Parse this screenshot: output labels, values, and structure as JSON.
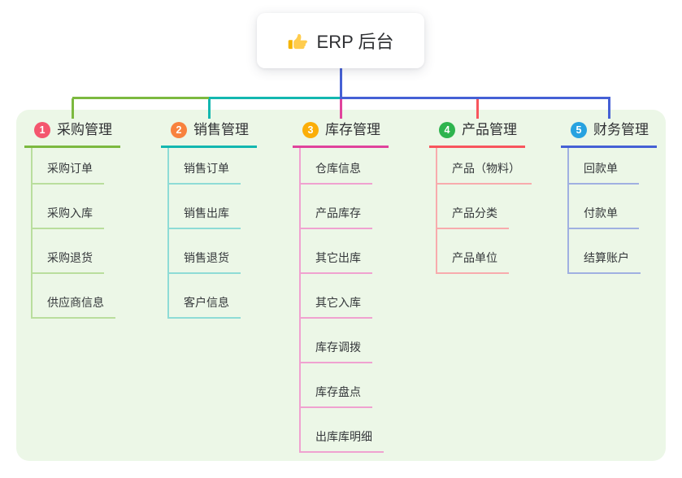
{
  "root": {
    "title": "ERP 后台",
    "icon": "thumbs-up-icon"
  },
  "palette": {
    "page_background": "#ffffff",
    "panel_background": "#ecf7e7",
    "node_text": "#2f3033",
    "item_text": "#35383b",
    "root_stem": "#4560d5"
  },
  "branches": [
    {
      "number": "1",
      "title": "采购管理",
      "colors": {
        "badge": "#f4566e",
        "line": "#7cb93f",
        "light": "#b9de9d"
      },
      "items": [
        "采购订单",
        "采购入库",
        "采购退货",
        "供应商信息"
      ]
    },
    {
      "number": "2",
      "title": "销售管理",
      "colors": {
        "badge": "#f8823e",
        "line": "#13b7b0",
        "light": "#8edcd6"
      },
      "items": [
        "销售订单",
        "销售出库",
        "销售退货",
        "客户信息"
      ]
    },
    {
      "number": "3",
      "title": "库存管理",
      "colors": {
        "badge": "#fbae08",
        "line": "#e0439c",
        "light": "#f0a2d0"
      },
      "items": [
        "仓库信息",
        "产品库存",
        "其它出库",
        "其它入库",
        "库存调拨",
        "库存盘点",
        "出库库明细"
      ]
    },
    {
      "number": "4",
      "title": "产品管理",
      "colors": {
        "badge": "#2eb44e",
        "line": "#f8555d",
        "light": "#f8abad"
      },
      "items": [
        "产品（物料）",
        "产品分类",
        "产品单位"
      ]
    },
    {
      "number": "5",
      "title": "财务管理",
      "colors": {
        "badge": "#27a2e0",
        "line": "#4560d5",
        "light": "#a0b0e1"
      },
      "items": [
        "回款单",
        "付款单",
        "结算账户"
      ]
    }
  ]
}
